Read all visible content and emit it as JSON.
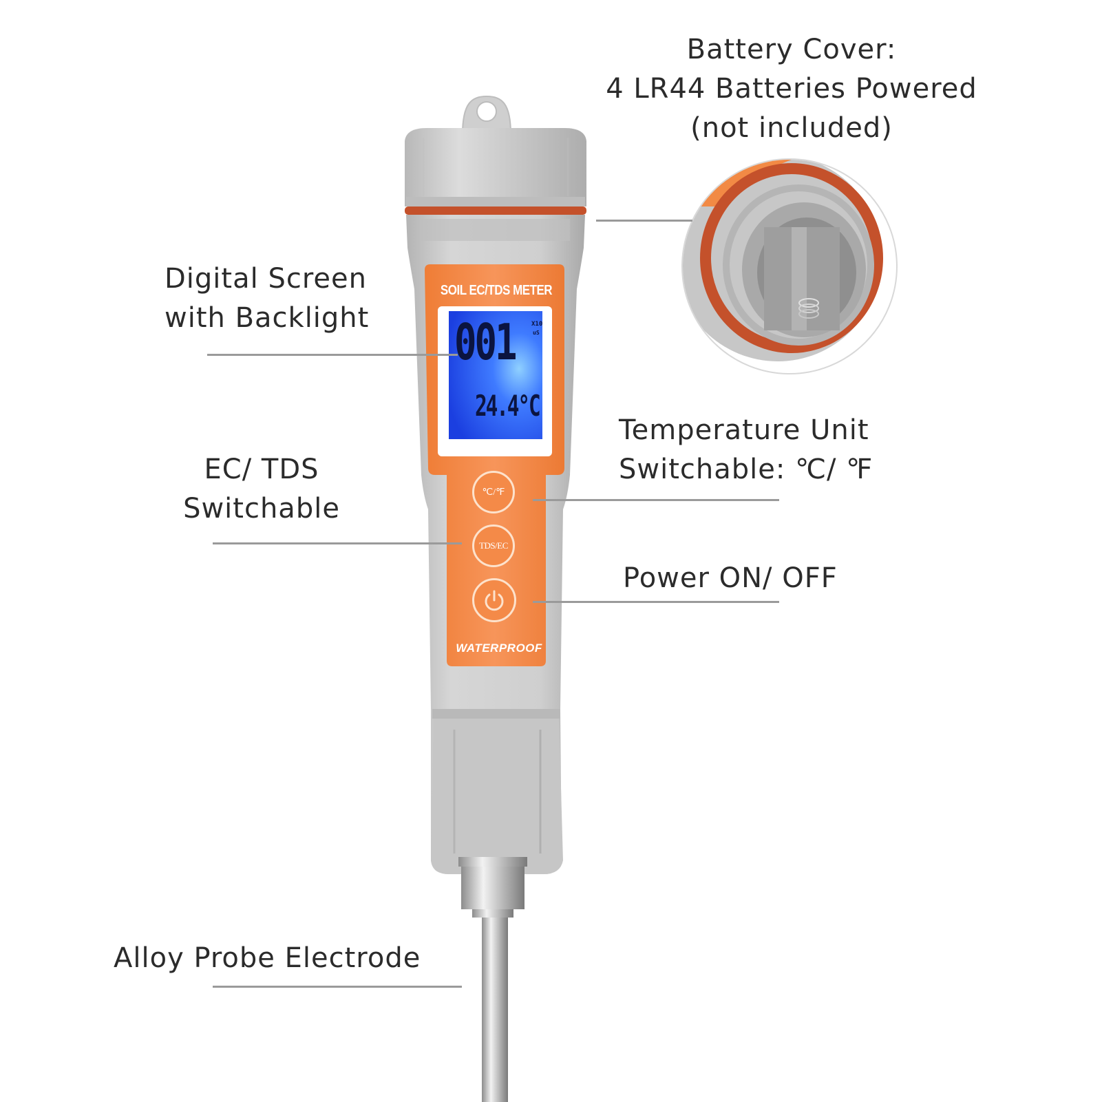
{
  "labels": {
    "battery_cover": [
      "Battery Cover:",
      "4 LR44 Batteries Powered",
      "(not included)"
    ],
    "digital_screen": [
      "Digital Screen",
      "with Backlight"
    ],
    "temperature_unit": [
      "Temperature Unit",
      "Switchable: ℃/ ℉"
    ],
    "ec_tds": [
      "EC/ TDS",
      "Switchable"
    ],
    "power": [
      "Power ON/ OFF"
    ],
    "probe": [
      "Alloy Probe Electrode"
    ]
  },
  "device": {
    "model_label": "SOIL EC/TDS METER",
    "lcd_main_value": "001",
    "lcd_multiplier": "X10",
    "lcd_unit": "uS",
    "lcd_temperature": "24.4°C",
    "button_temp_unit": "℃/℉",
    "button_mode": "TDS/EC",
    "footer_label": "WATERPROOF"
  },
  "colors": {
    "body_gray": "#c9c9c9",
    "accent_orange": "#f28a45",
    "seal_red": "#c4512b",
    "lcd_blue": "#2a5cff",
    "leader_gray": "#9a9a9a"
  },
  "icons": {
    "power": "power-icon",
    "spring": "battery-spring-icon"
  }
}
